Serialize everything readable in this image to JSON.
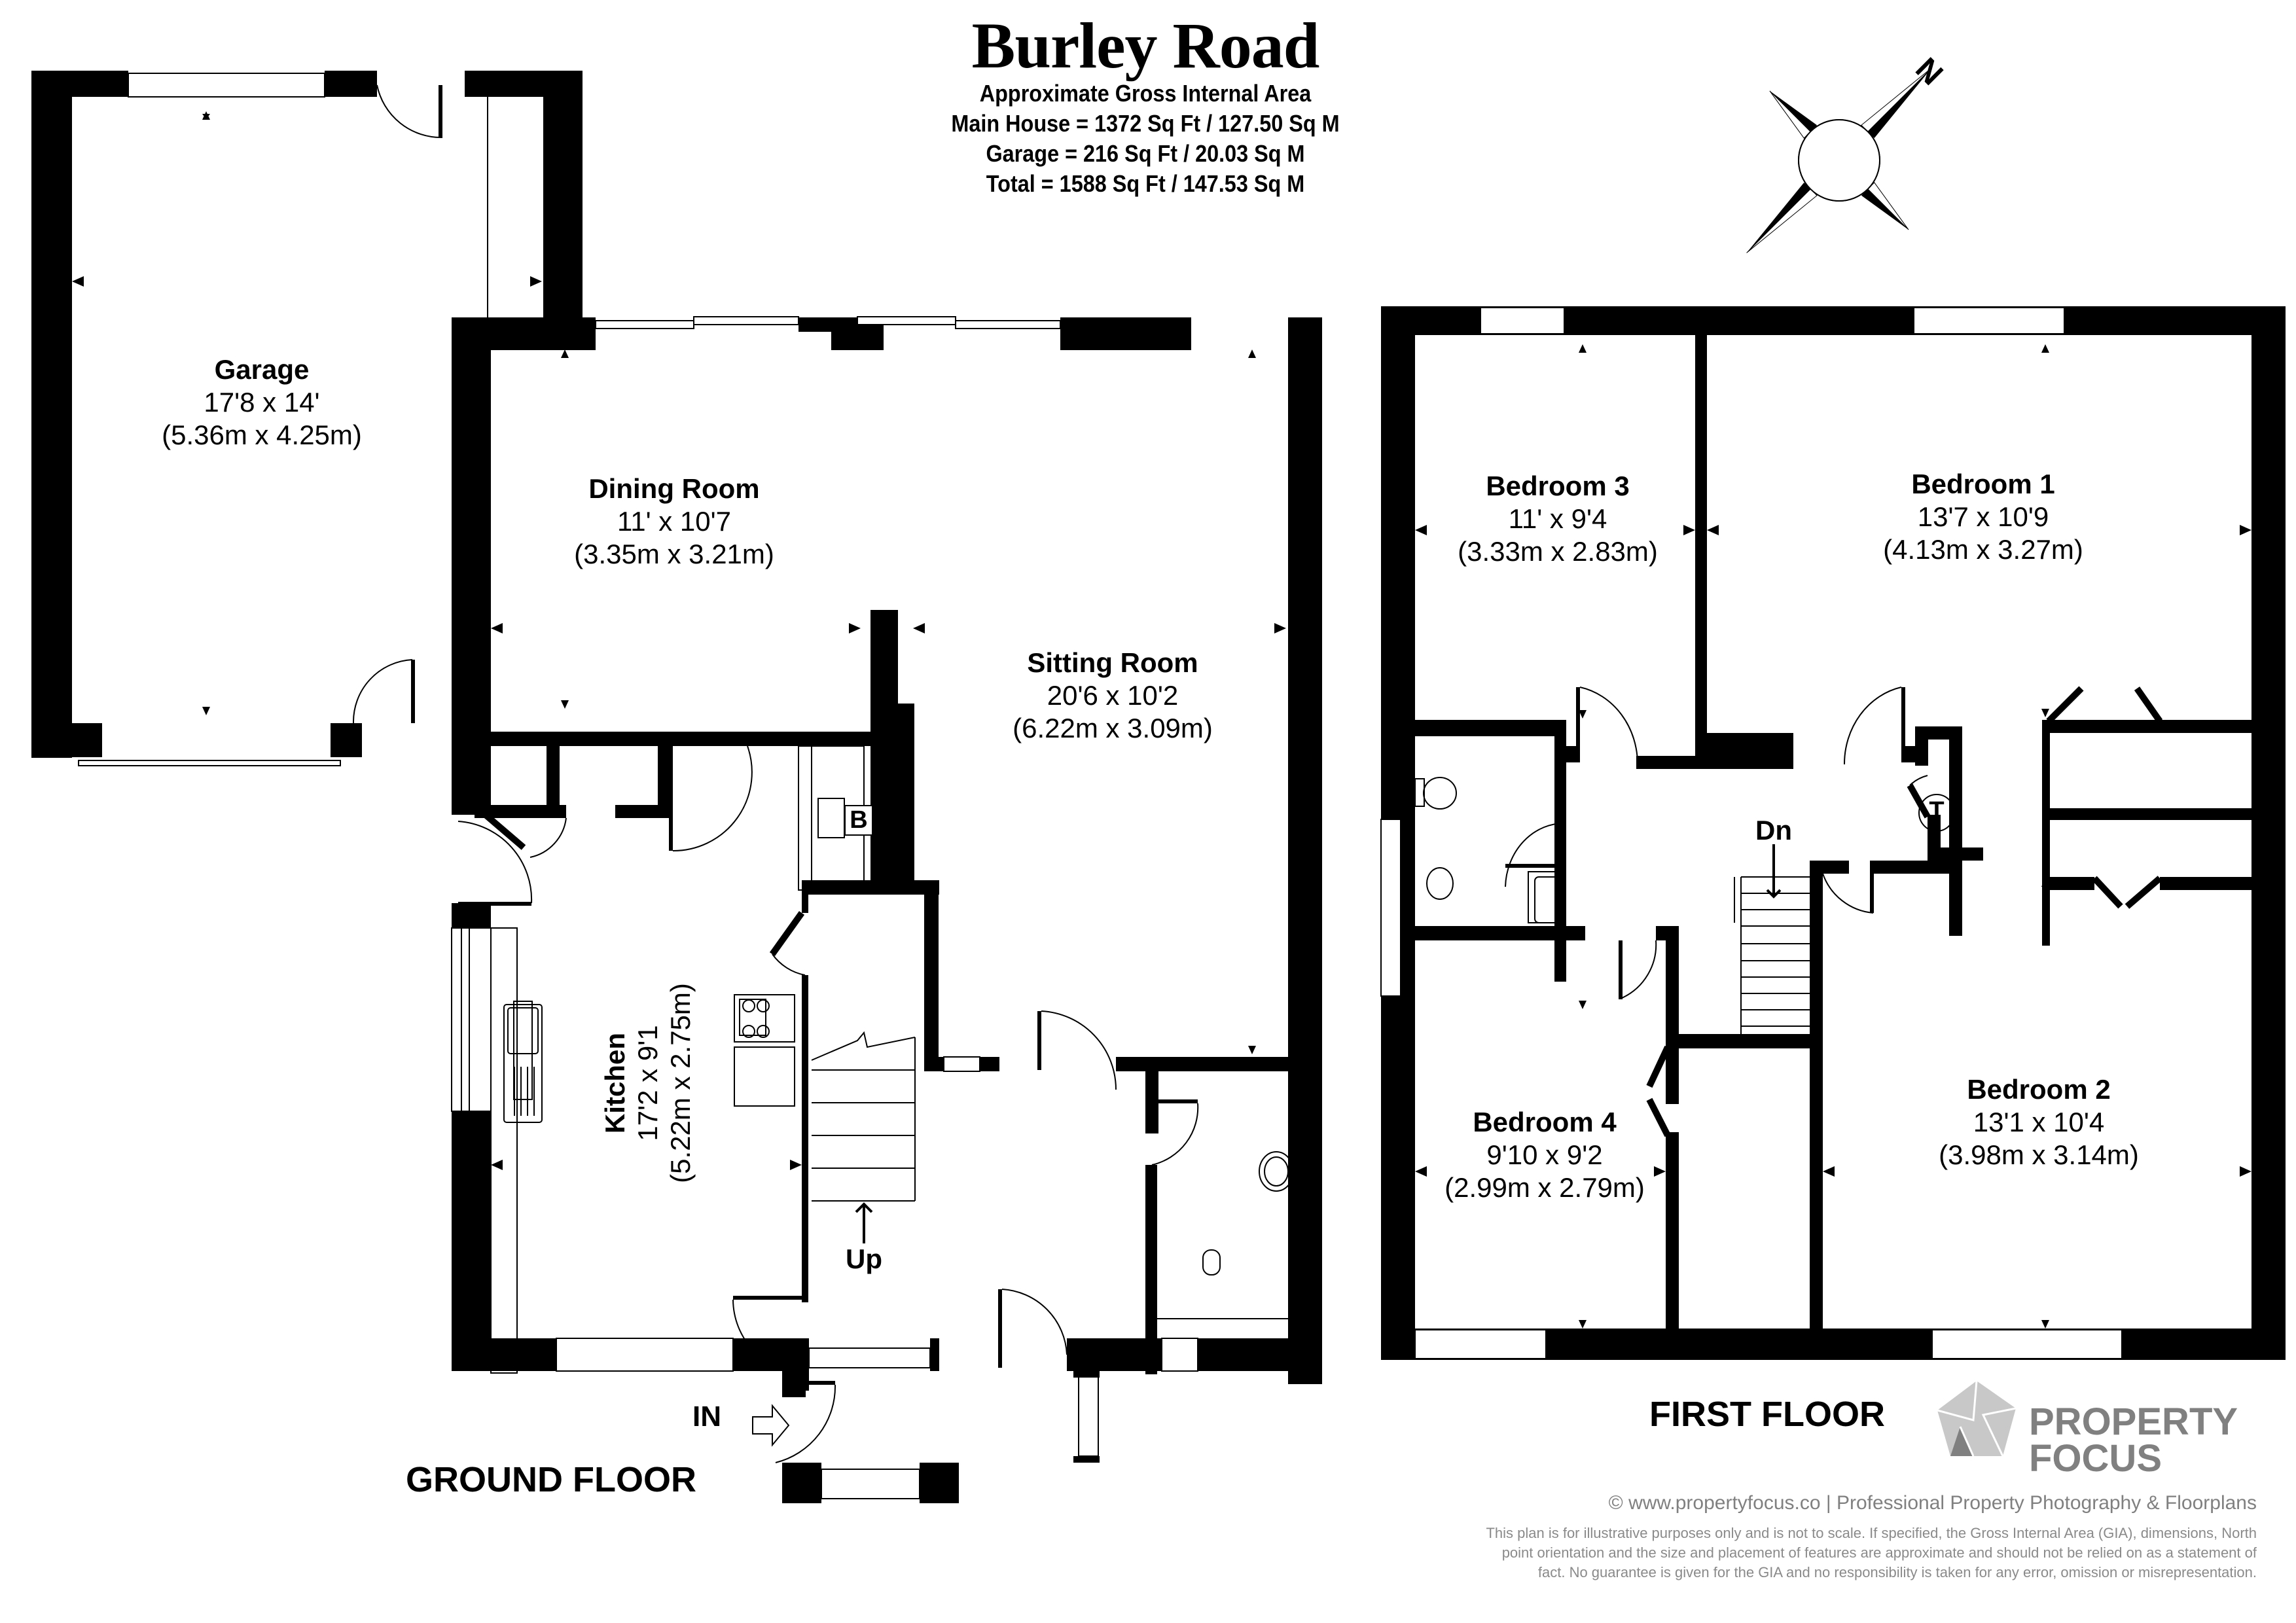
{
  "header": {
    "title": "Burley Road",
    "subtitle": "Approximate Gross Internal Area",
    "areas": [
      "Main House = 1372 Sq Ft / 127.50 Sq M",
      "Garage = 216 Sq Ft / 20.03 Sq M",
      "Total = 1588 Sq Ft / 147.53 Sq M"
    ]
  },
  "compass": {
    "label": "N",
    "icon": "compass-rose-icon"
  },
  "ground_floor": {
    "label": "GROUND FLOOR",
    "rooms": [
      {
        "name": "Garage",
        "imperial": "17'8 x 14'",
        "metric": "(5.36m x 4.25m)"
      },
      {
        "name": "Dining Room",
        "imperial": "11' x 10'7",
        "metric": "(3.35m x 3.21m)"
      },
      {
        "name": "Sitting Room",
        "imperial": "20'6 x 10'2",
        "metric": "(6.22m x 3.09m)"
      },
      {
        "name": "Kitchen",
        "imperial": "17'2 x 9'1",
        "metric": "(5.22m x 2.75m)"
      }
    ],
    "boiler_label": "B",
    "stairs_label": "Up",
    "entrance_label": "IN"
  },
  "first_floor": {
    "label": "FIRST FLOOR",
    "rooms": [
      {
        "name": "Bedroom 3",
        "imperial": "11' x 9'4",
        "metric": "(3.33m x 2.83m)"
      },
      {
        "name": "Bedroom 1",
        "imperial": "13'7 x 10'9",
        "metric": "(4.13m x 3.27m)"
      },
      {
        "name": "Bedroom 4",
        "imperial": "9'10 x 9'2",
        "metric": "(2.99m x 2.79m)"
      },
      {
        "name": "Bedroom 2",
        "imperial": "13'1 x 10'4",
        "metric": "(3.98m x 3.14m)"
      }
    ],
    "tank_label": "T",
    "stairs_label": "Dn"
  },
  "footer": {
    "brand_line1": "PROPERTY",
    "brand_line2": "FOCUS",
    "credit": "© www.propertyfocus.co | Professional Property Photography & Floorplans",
    "disclaimer": [
      "This plan is for illustrative purposes only and is not to scale. If specified, the Gross Internal Area (GIA), dimensions, North",
      "point orientation and the size and placement of features are approximate and should not be relied on as a statement of",
      "fact. No guarantee is given for the GIA and no responsibility is taken for any error, omission or misrepresentation."
    ]
  },
  "colors": {
    "wall": "#000000",
    "brand_grey": "#808080",
    "brand_light": "#c8c8c8"
  }
}
